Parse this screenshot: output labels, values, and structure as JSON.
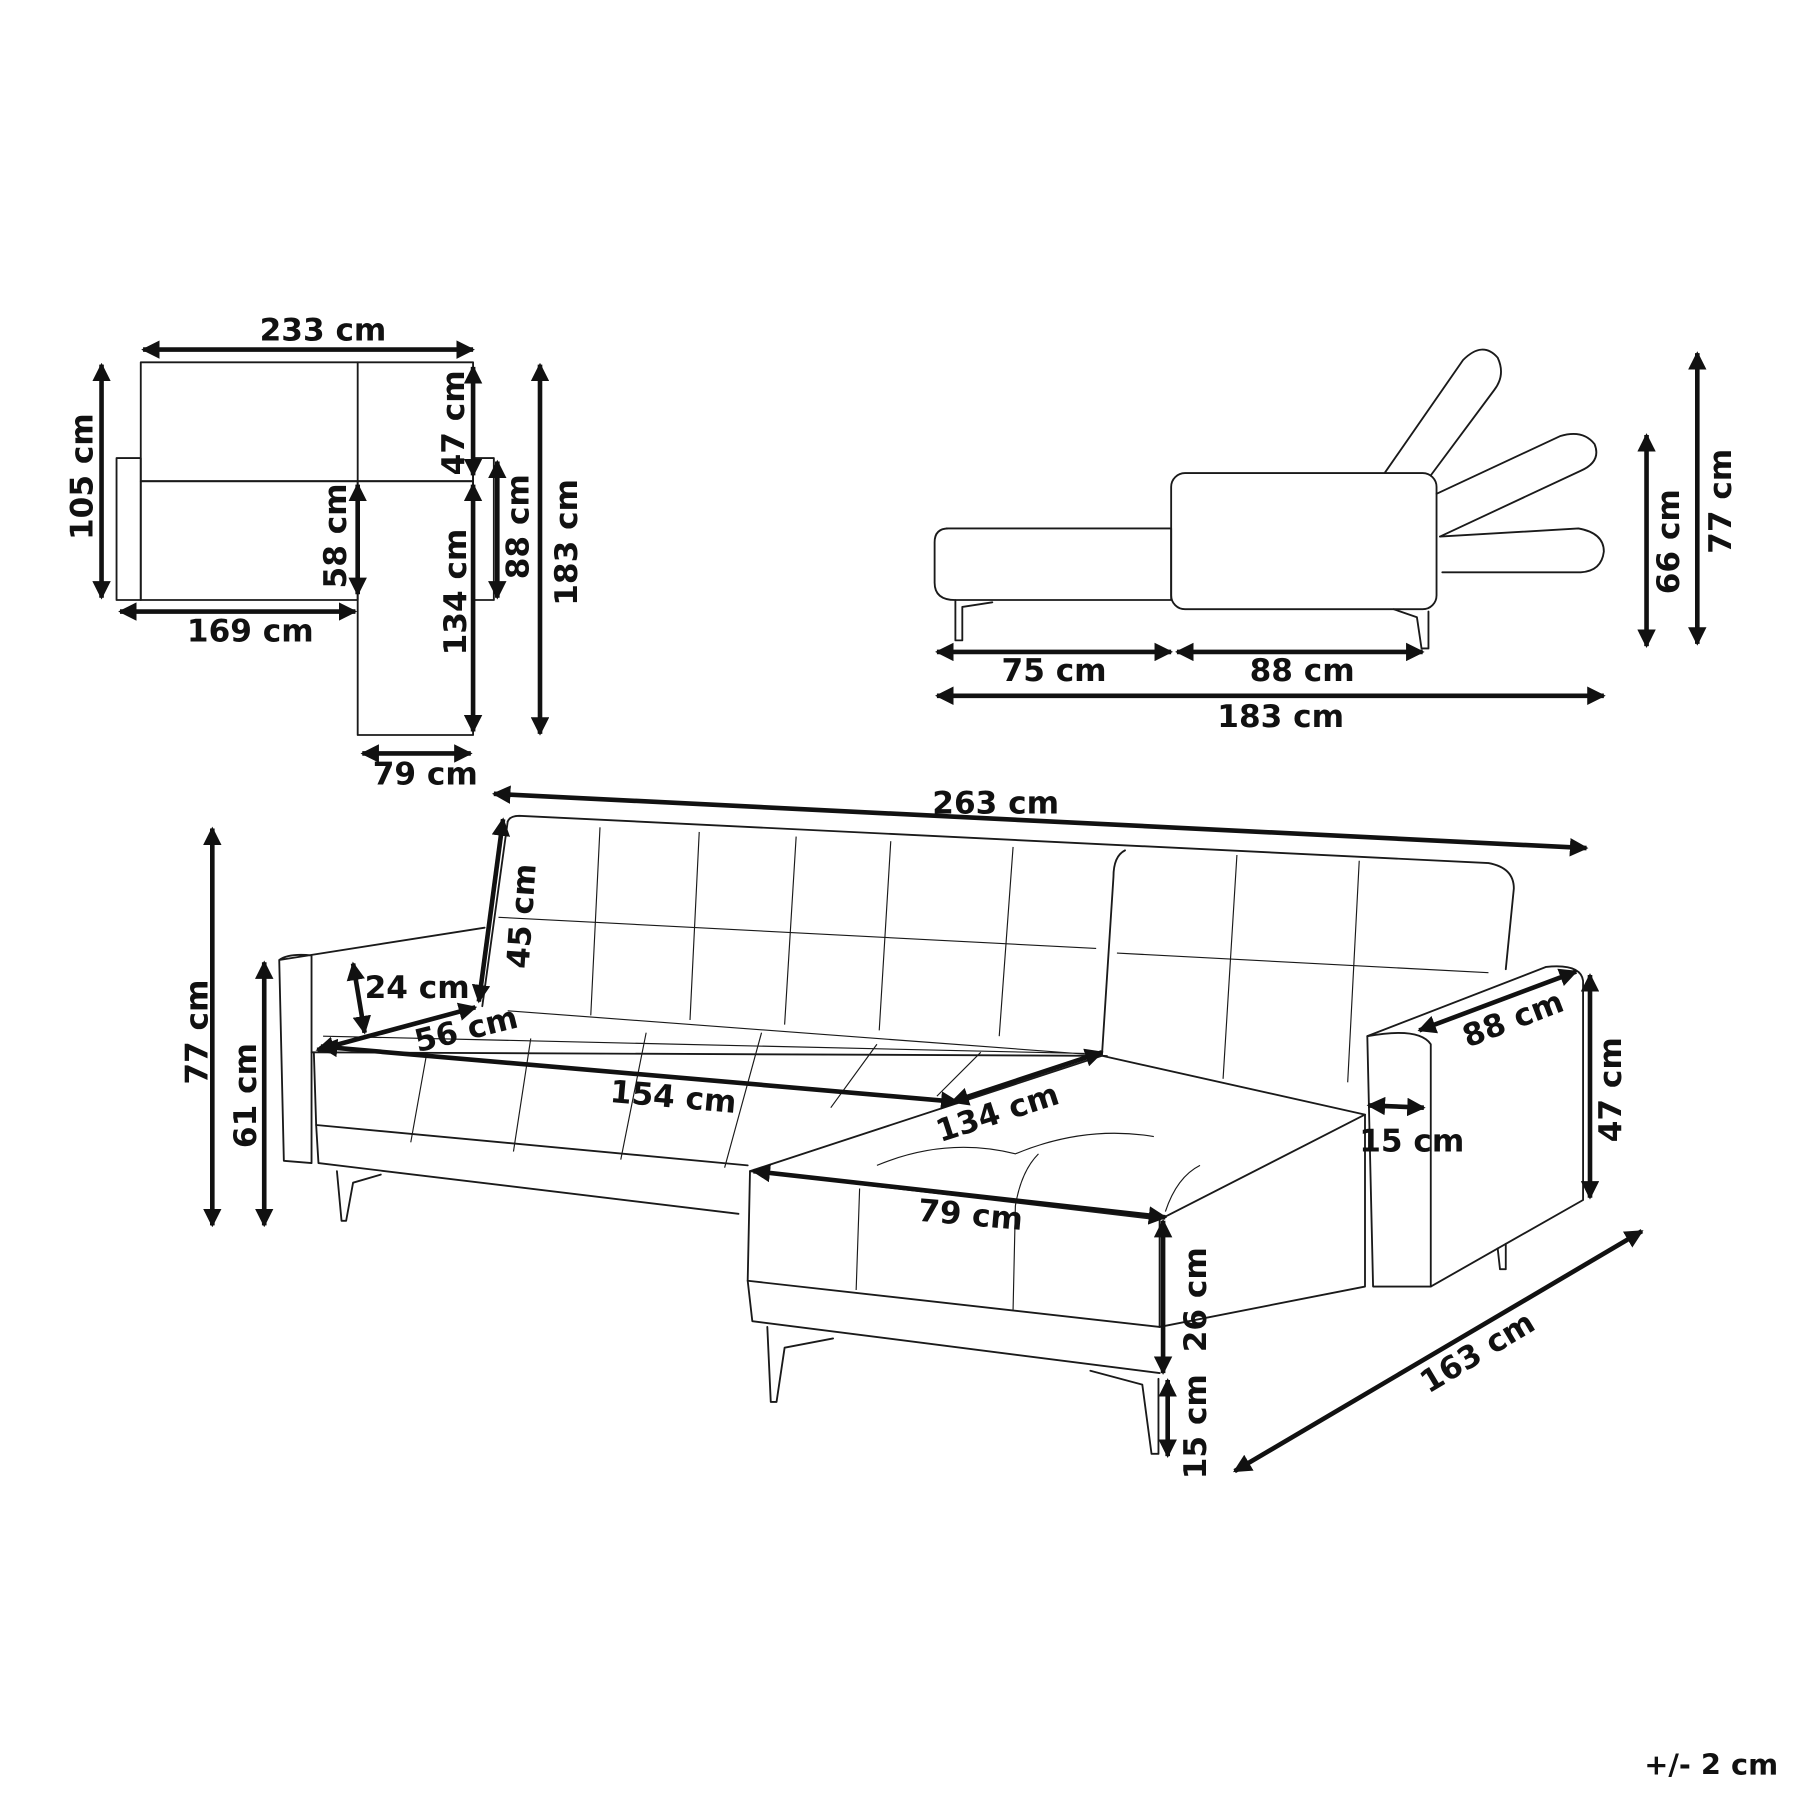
{
  "plan_view": {
    "width_total": "233 cm",
    "depth_back": "105 cm",
    "back_depth": "47 cm",
    "seat_depth": "58 cm",
    "arm_depth": "88 cm",
    "depth_total": "183 cm",
    "chaise_length": "134 cm",
    "seat_width": "169 cm",
    "chaise_width": "79 cm"
  },
  "side_view": {
    "seat_section": "75 cm",
    "back_section": "88 cm",
    "total_length": "183 cm",
    "height_low": "66 cm",
    "height_high": "77 cm"
  },
  "perspective_view": {
    "total_width": "263 cm",
    "total_height": "77 cm",
    "arm_height": "61 cm",
    "back_height": "45 cm",
    "arm_above_seat": "24 cm",
    "seat_depth": "56 cm",
    "seat_width": "154 cm",
    "chaise_length": "134 cm",
    "chaise_width": "79 cm",
    "arm_length": "88 cm",
    "arm_side_height": "47 cm",
    "arm_width": "15 cm",
    "total_depth": "163 cm",
    "seat_thickness": "26 cm",
    "leg_height": "15 cm"
  },
  "tolerance": "+/- 2 cm"
}
